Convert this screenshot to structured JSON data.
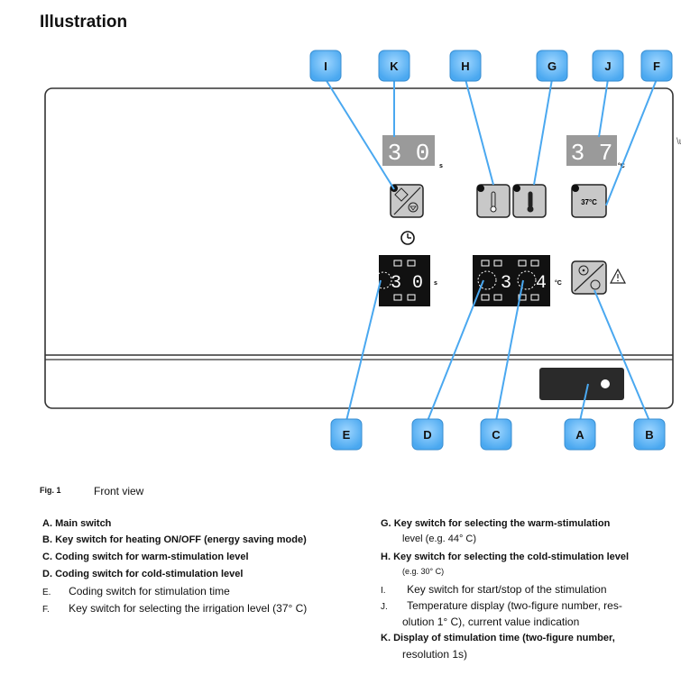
{
  "title": "Illustration",
  "figure": {
    "number": "Fig. 1",
    "caption": "Front view"
  },
  "callouts": [
    "I",
    "K",
    "H",
    "G",
    "J",
    "F",
    "E",
    "D",
    "C",
    "A",
    "B"
  ],
  "displays": {
    "time_display": "3 0",
    "time_unit": "s",
    "temperature_display": "3 7",
    "temperature_unit": "°C",
    "irrigation_button": "37°C",
    "time_coding": "3 0",
    "time_coding_unit": "s",
    "temp_coding_left": "3",
    "temp_coding_right": "4",
    "temp_coding_unit": "°C"
  },
  "legend_left": [
    {
      "letter": "A.",
      "text": "Main switch",
      "style": "bold"
    },
    {
      "letter": "B.",
      "text": "Key switch for heating ON/OFF (energy saving mode)",
      "style": "bold"
    },
    {
      "letter": "C.",
      "text": "Coding switch for warm-stimulation level",
      "style": "bold"
    },
    {
      "letter": "D.",
      "text": "Coding switch for cold-stimulation level",
      "style": "bold"
    },
    {
      "letter": "E.",
      "text": "Coding switch for stimulation time",
      "style": "normal"
    },
    {
      "letter": "F.",
      "text": "Key switch for selecting the irrigation level (37° C)",
      "style": "normal"
    }
  ],
  "legend_right": [
    {
      "letter": "G.",
      "text": "Key switch for selecting the warm-stimulation",
      "style": "bold",
      "cont": "level (e.g. 44° C)",
      "cont_small": false
    },
    {
      "letter": "H.",
      "text": "Key switch for selecting the cold-stimulation level",
      "style": "bold",
      "cont": "(e.g. 30° C)",
      "cont_small": true
    },
    {
      "letter": "I.",
      "text": "Key switch for start/stop of the stimulation",
      "style": "normal"
    },
    {
      "letter": "J.",
      "text": "Temperature display (two-figure number, res-",
      "style": "normal",
      "cont": "olution 1° C), current value indication",
      "cont_small": false
    },
    {
      "letter": "K.",
      "text": "Display of stimulation time (two-figure number,",
      "style": "bold",
      "cont": "resolution 1s)",
      "cont_small": false
    }
  ]
}
